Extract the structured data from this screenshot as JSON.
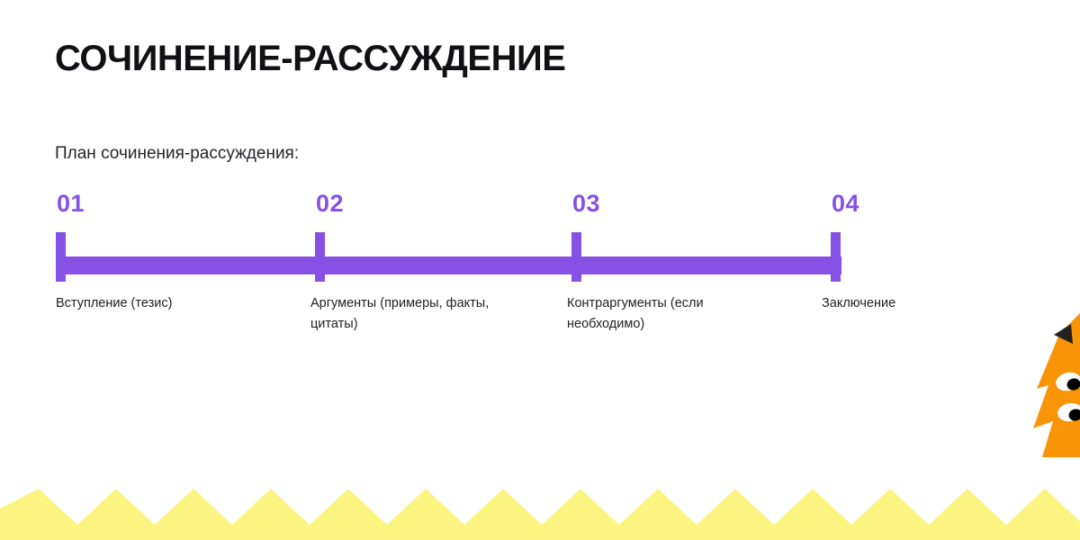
{
  "slide": {
    "title": "СОЧИНЕНИЕ-РАССУЖДЕНИЕ",
    "subtitle": "План сочинения-рассуждения:",
    "background_color": "#FFFFFF"
  },
  "theme": {
    "accent_purple": "#8552E5",
    "title_black": "#111115",
    "body_text": "#1F1F25",
    "mascot_orange": "#F89406",
    "mascot_dark": "#232323",
    "zigzag_yellow": "#FCF481"
  },
  "timeline": {
    "steps": [
      {
        "number": "01",
        "label": "Вступление (тезис)"
      },
      {
        "number": "02",
        "label": "Аргументы (примеры, факты, цитаты)"
      },
      {
        "number": "03",
        "label": "Контраргументы (если необходимо)"
      },
      {
        "number": "04",
        "label": "Заключение"
      }
    ]
  },
  "decorations": {
    "mascot": "fox-mascot-icon",
    "bottom_border": "zigzag-border"
  }
}
